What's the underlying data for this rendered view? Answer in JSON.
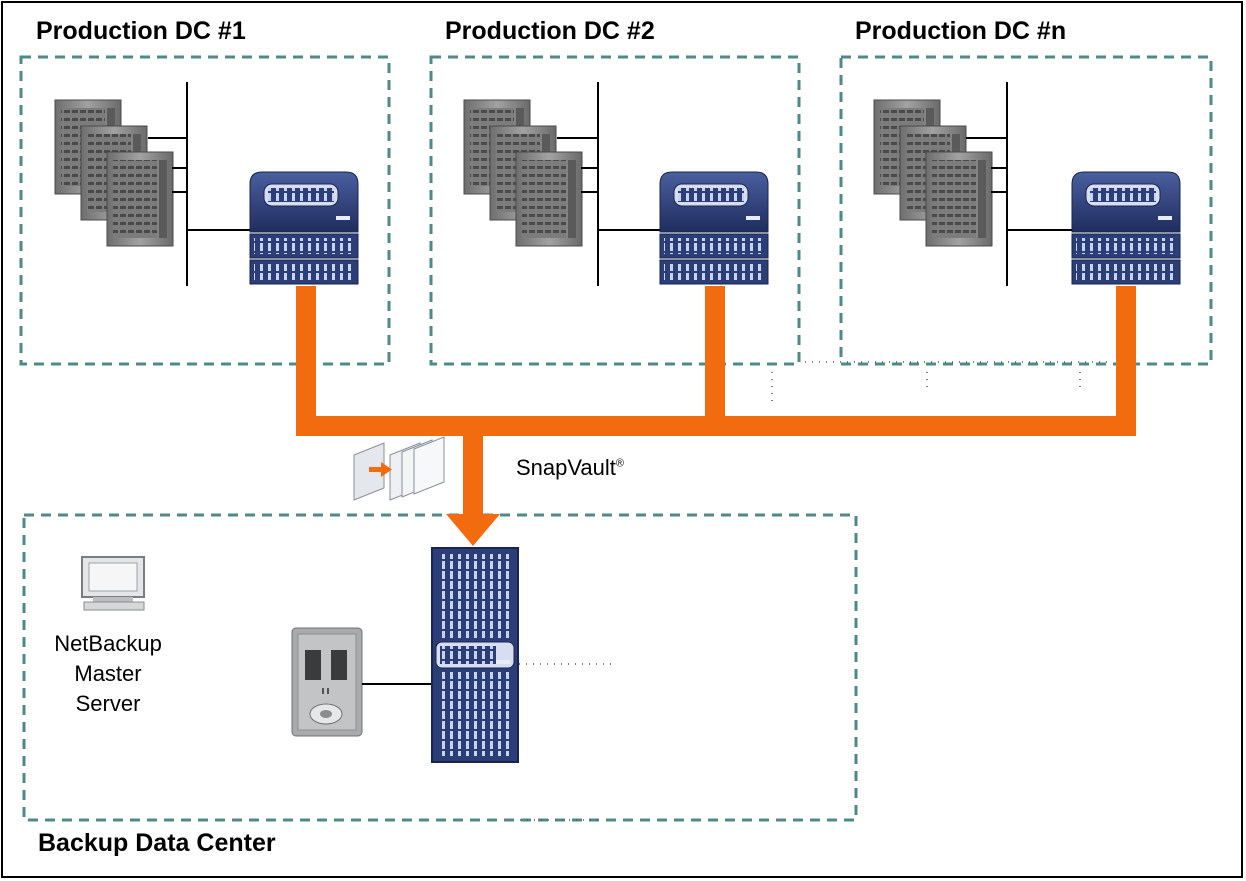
{
  "datacenters": [
    {
      "title": "Production DC #1"
    },
    {
      "title": "Production DC #2"
    },
    {
      "title": "Production DC #n"
    }
  ],
  "backup": {
    "title": "Backup Data Center",
    "master_server_label": [
      "NetBackup",
      "Master",
      "Server"
    ]
  },
  "link": {
    "label": "SnapVault",
    "mark": "®"
  },
  "colors": {
    "link": "#f26b0f",
    "zone_border": "#4f8a88",
    "storage_blue": "#2c3e78",
    "server_gray": "#8a8a8a"
  }
}
